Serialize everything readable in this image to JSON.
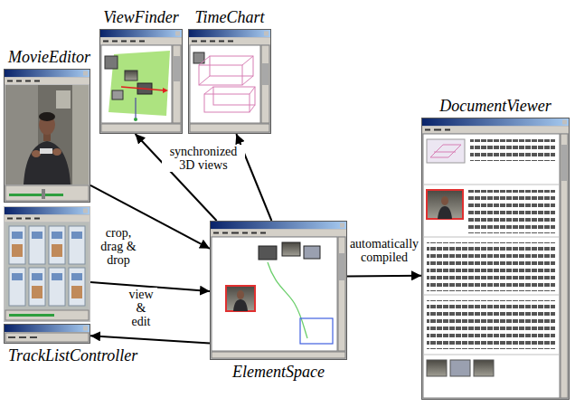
{
  "diagram": {
    "nodes": [
      {
        "text": [
          "ViewFinder"
        ]
      },
      {
        "text": [
          "TimeChart"
        ]
      },
      {
        "text": [
          "MovieEditor"
        ]
      },
      {
        "text": [
          "TrackListController"
        ]
      },
      {
        "text": [
          "ElementSpace"
        ]
      },
      {
        "text": [
          "DocumentViewer"
        ]
      }
    ],
    "edges": [
      {
        "from": 4,
        "to": 0,
        "arrow": "to"
      },
      {
        "from": 4,
        "to": 1,
        "arrow": "to",
        "label": "synchronized 3D views"
      },
      {
        "from": 2,
        "to": 4,
        "arrow": "to",
        "label": "crop, drag & drop"
      },
      {
        "from": 4,
        "to": 3,
        "arrow": "to",
        "label": "view & edit"
      },
      {
        "from": 4,
        "to": 5,
        "arrow": "to",
        "label": "automatically compiled"
      }
    ]
  }
}
